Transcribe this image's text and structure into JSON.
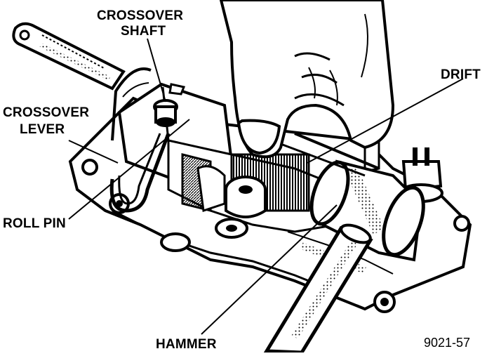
{
  "labels": {
    "crossover_shaft_line1": "CROSSOVER",
    "crossover_shaft_line2": "SHAFT",
    "drift": "DRIFT",
    "crossover_lever_line1": "CROSSOVER",
    "crossover_lever_line2": "LEVER",
    "roll_pin": "ROLL PIN",
    "hammer": "HAMMER"
  },
  "figure_number": "9021-57",
  "colors": {
    "ink": "#000000",
    "paper": "#ffffff"
  }
}
